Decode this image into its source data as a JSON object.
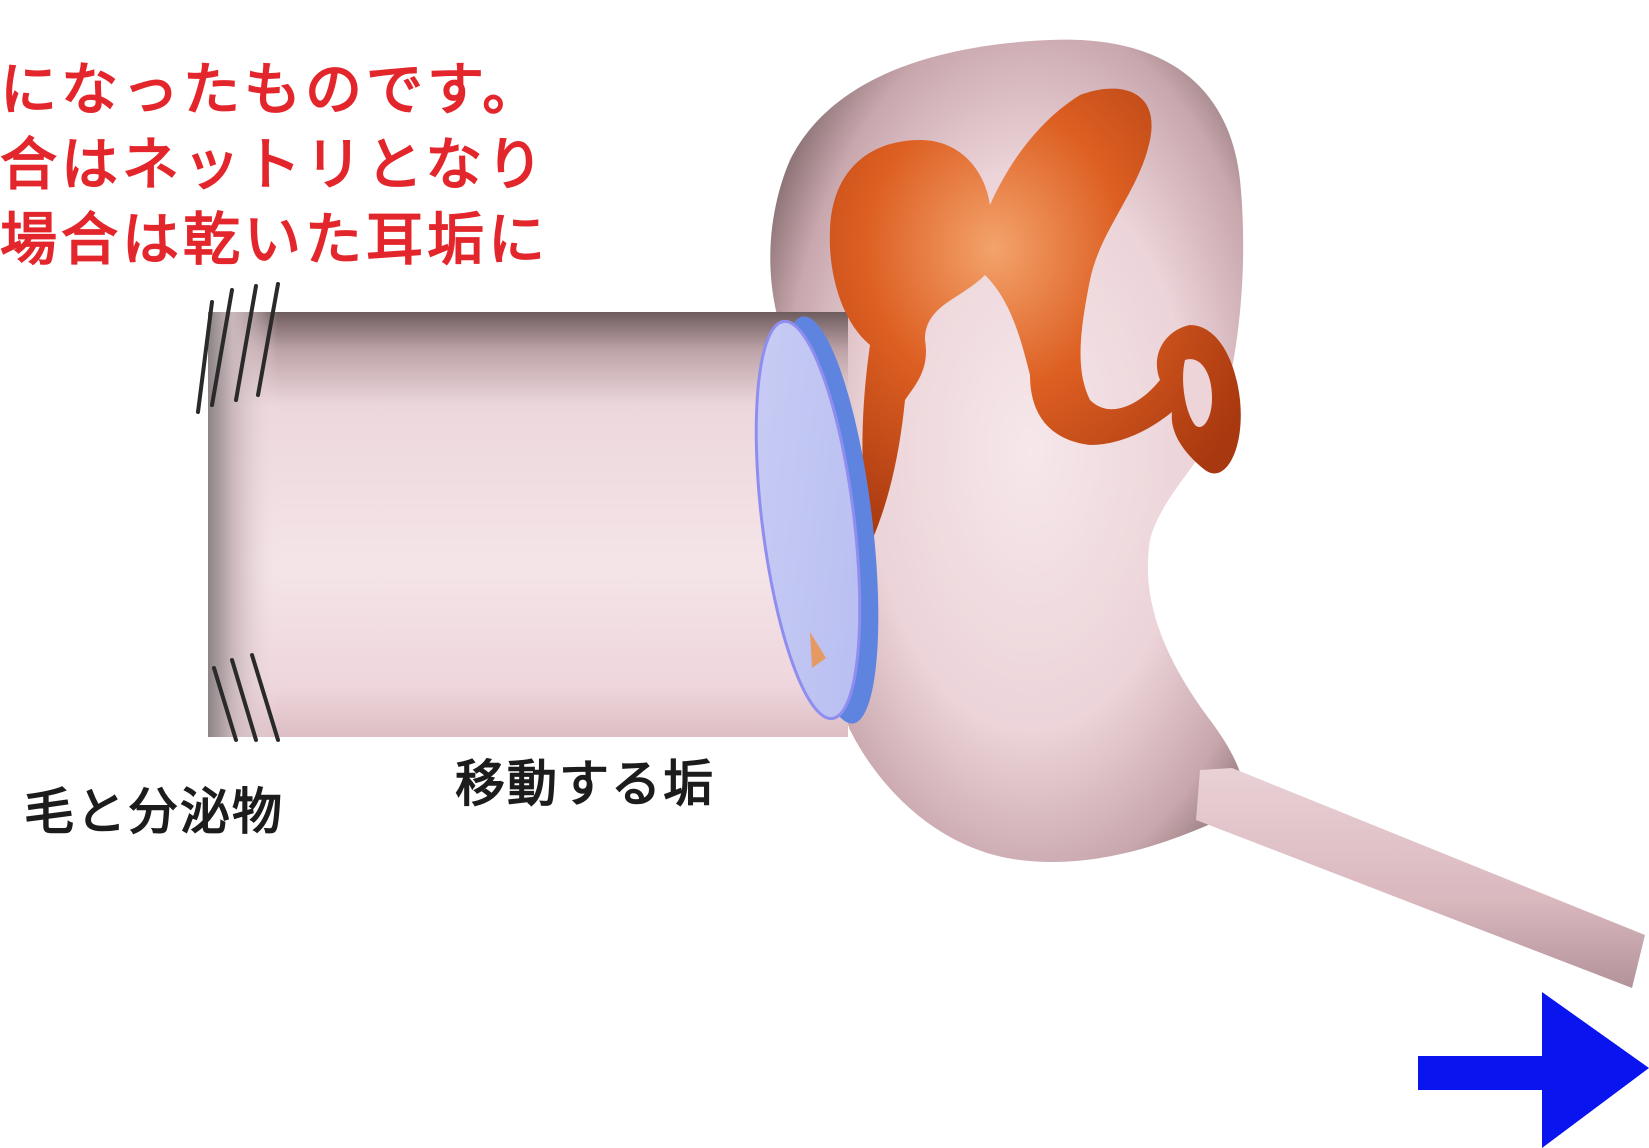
{
  "intro_text": {
    "lines": [
      "",
      "になったものです。",
      "合はネットリとなり",
      "場合は乾いた耳垢に"
    ]
  },
  "labels": {
    "hair_secretion": "毛と分泌物",
    "moving_wax": "移動する垢"
  },
  "next_arrow": {
    "icon": "right-arrow-icon",
    "color": "#0a14ef"
  },
  "colors": {
    "text_red": "#e3262b",
    "label_dark": "#1c1c1c",
    "canal_pink": "#f2dde2",
    "eardrum_blue": "#6d8de3",
    "ossicle_orange": "#d6531c"
  }
}
